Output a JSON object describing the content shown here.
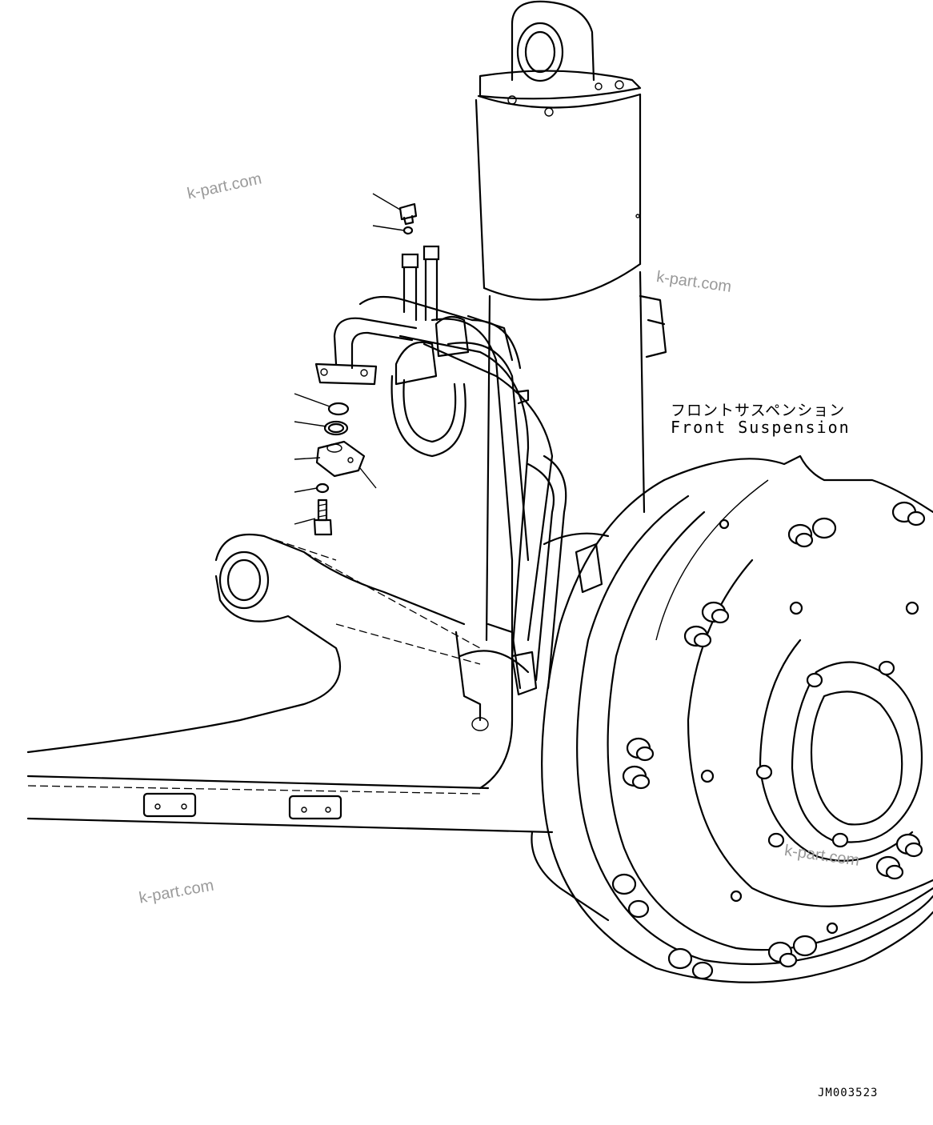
{
  "diagram": {
    "label_japanese": "フロントサスペンション",
    "label_english": "Front Suspension",
    "drawing_code": "JM003523"
  },
  "watermarks": [
    "k-part.com",
    "k-part.com",
    "k-part.com",
    "k-part.com"
  ],
  "parts_callouts": [
    {
      "part": "plug"
    },
    {
      "part": "o-ring"
    },
    {
      "part": "o-ring"
    },
    {
      "part": "seal"
    },
    {
      "part": "split-flange"
    },
    {
      "part": "split-flange"
    },
    {
      "part": "washer"
    },
    {
      "part": "bolt"
    }
  ],
  "colors": {
    "line": "#000000",
    "background": "#ffffff",
    "watermark": "#9a9a9a"
  }
}
